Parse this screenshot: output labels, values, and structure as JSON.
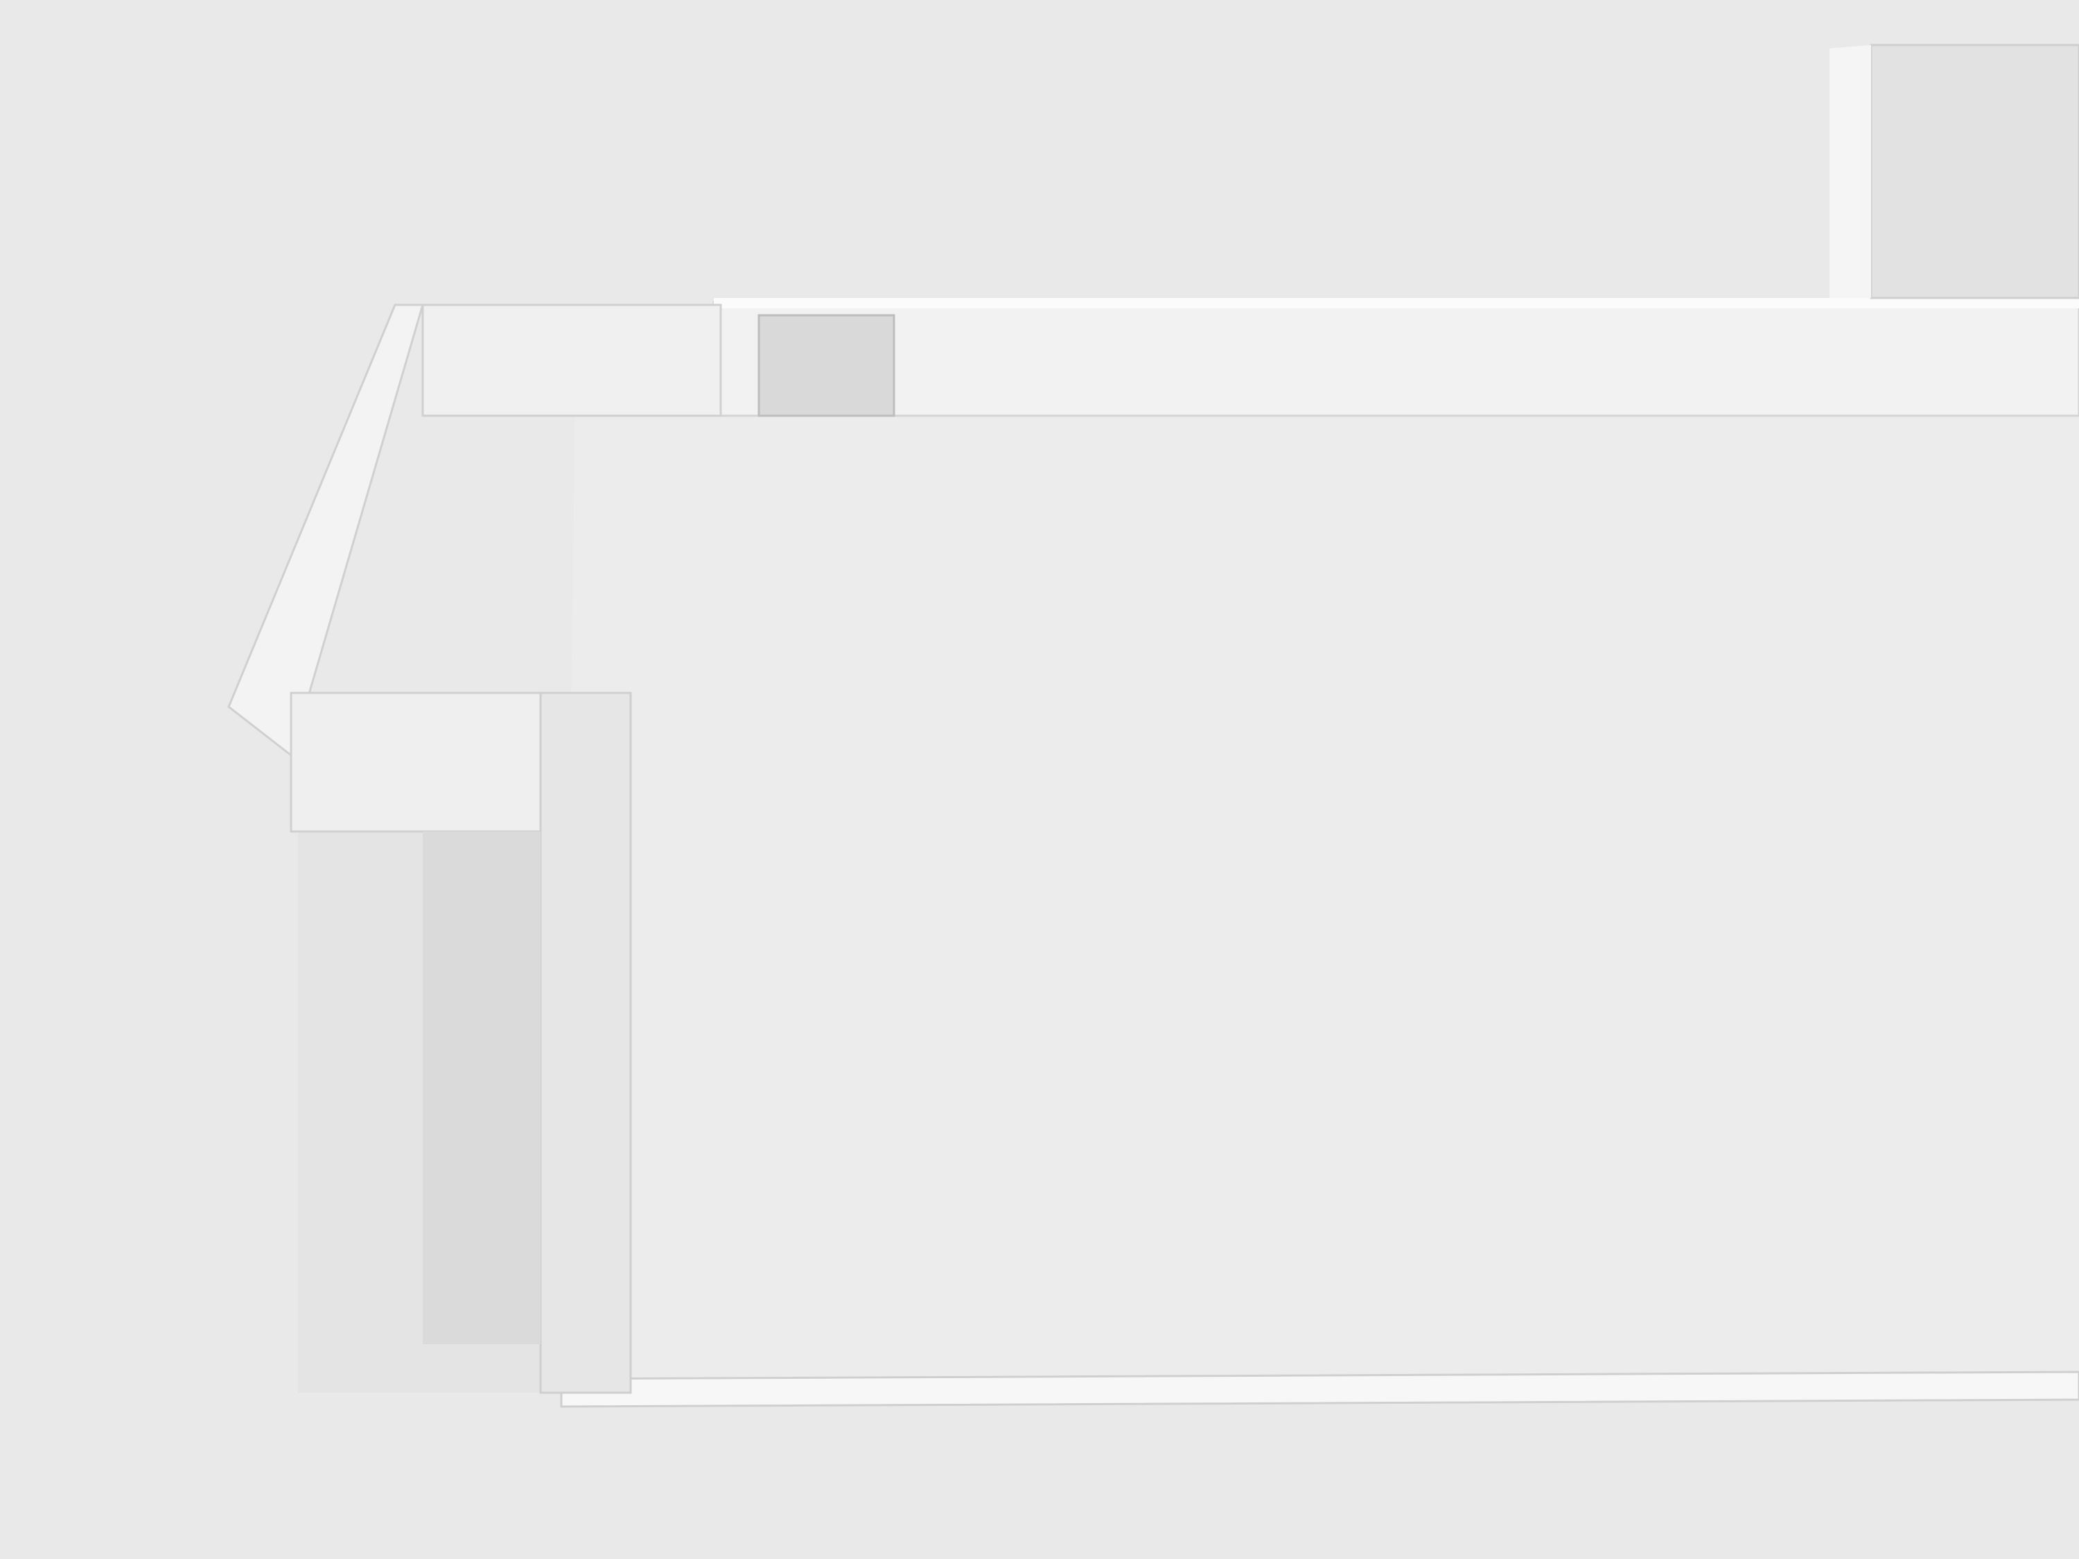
{
  "scene": {
    "background_color": "#e9e9e9",
    "floor_color": "#ececec",
    "wall_color": "#f4f4f4",
    "shadow_color": "#c9c9c9",
    "accent_color": "#e0157f",
    "network_faint_color": "#f0a6cf",
    "sensor_icon": "wireless-sensor-node",
    "highlighted_objects": [
      "forklift",
      "robot-arm"
    ]
  }
}
